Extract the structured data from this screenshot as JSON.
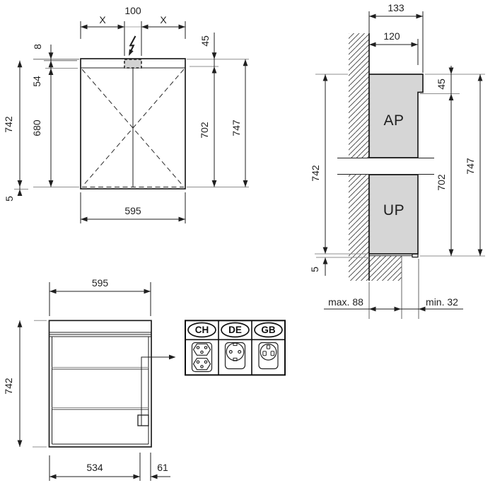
{
  "front_view": {
    "dim_x_left": "X",
    "dim_top_center": "100",
    "dim_x_right": "X",
    "dim_8": "8",
    "dim_54": "54",
    "dim_680": "680",
    "dim_742": "742",
    "dim_5": "5",
    "dim_45": "45",
    "dim_702": "702",
    "dim_747": "747",
    "dim_width": "595"
  },
  "side_view": {
    "dim_133": "133",
    "dim_120": "120",
    "dim_45": "45",
    "dim_742": "742",
    "dim_702": "702",
    "dim_747": "747",
    "dim_5": "5",
    "dim_max": "max. 88",
    "dim_min": "min. 32",
    "label_surface_mounted": "AP",
    "label_flush_mounted": "UP"
  },
  "interior_view": {
    "dim_width": "595",
    "dim_height": "742",
    "dim_534": "534",
    "dim_61": "61"
  },
  "socket_table": {
    "countries": [
      {
        "code": "CH"
      },
      {
        "code": "DE"
      },
      {
        "code": "GB"
      }
    ]
  },
  "colors": {
    "line": "#1f1f1f",
    "extension_line": "#8f8f8f",
    "section_fill": "#d6d6d6"
  }
}
